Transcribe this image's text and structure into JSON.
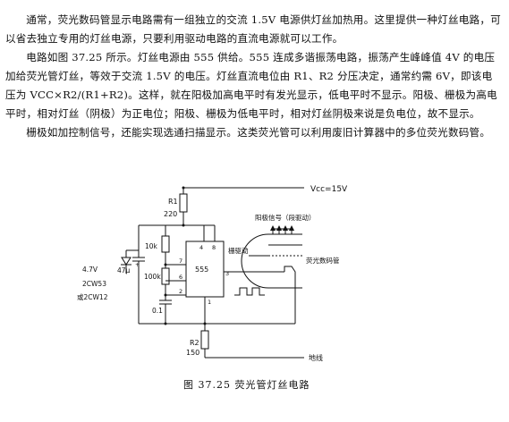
{
  "paragraphs": [
    "通常，荧光数码管显示电路需有一组独立的交流 1.5V 电源供灯丝加热用。这里提供一种灯丝电路，可以省去独立专用的灯丝电源，只要利用驱动电路的直流电源就可以工作。",
    "电路如图 37.25 所示。灯丝电源由 555 供给。555 连成多谐振荡电路，振荡产生峰峰值 4V 的电压加给荧光管灯丝，等效于交流 1.5V 的电压。灯丝直流电位由 R1、R2 分压决定，通常约需 6V，即该电压为 VCC×R2/(R1+R2)。这样，就在阳极加高电平时有发光显示，低电平时不显示。阳极、栅极为高电平时，相对灯丝（阴极）为正电位；阳极、栅极为低电平时，相对灯丝阴极来说是负电位，故不显示。",
    "栅极如加控制信号，还能实现选通扫描显示。这类荧光管可以利用废旧计算器中的多位荧光数码管。"
  ],
  "circuit": {
    "vcc": "Vcc=15V",
    "r1_name": "R1",
    "r1_value": "220",
    "r10k": "10k",
    "r100k": "100k",
    "c47u": "47μ",
    "c01": "0.1",
    "zener_voltage": "4.7V",
    "zener_part": "2CW53",
    "zener_alt": "或2CW12",
    "ic": "555",
    "pin4": "4",
    "pin8": "8",
    "pin7": "7",
    "pin6": "6",
    "pin2": "2",
    "pin3": "3",
    "pin1": "1",
    "anode_signal": "阳极信号（段驱动）",
    "grid_drive": "栅驱动",
    "tube_label": "荧光数码管",
    "r2_name": "R2",
    "r2_value": "150",
    "ground": "地线"
  },
  "caption": "图 37.25   荧光管灯丝电路"
}
